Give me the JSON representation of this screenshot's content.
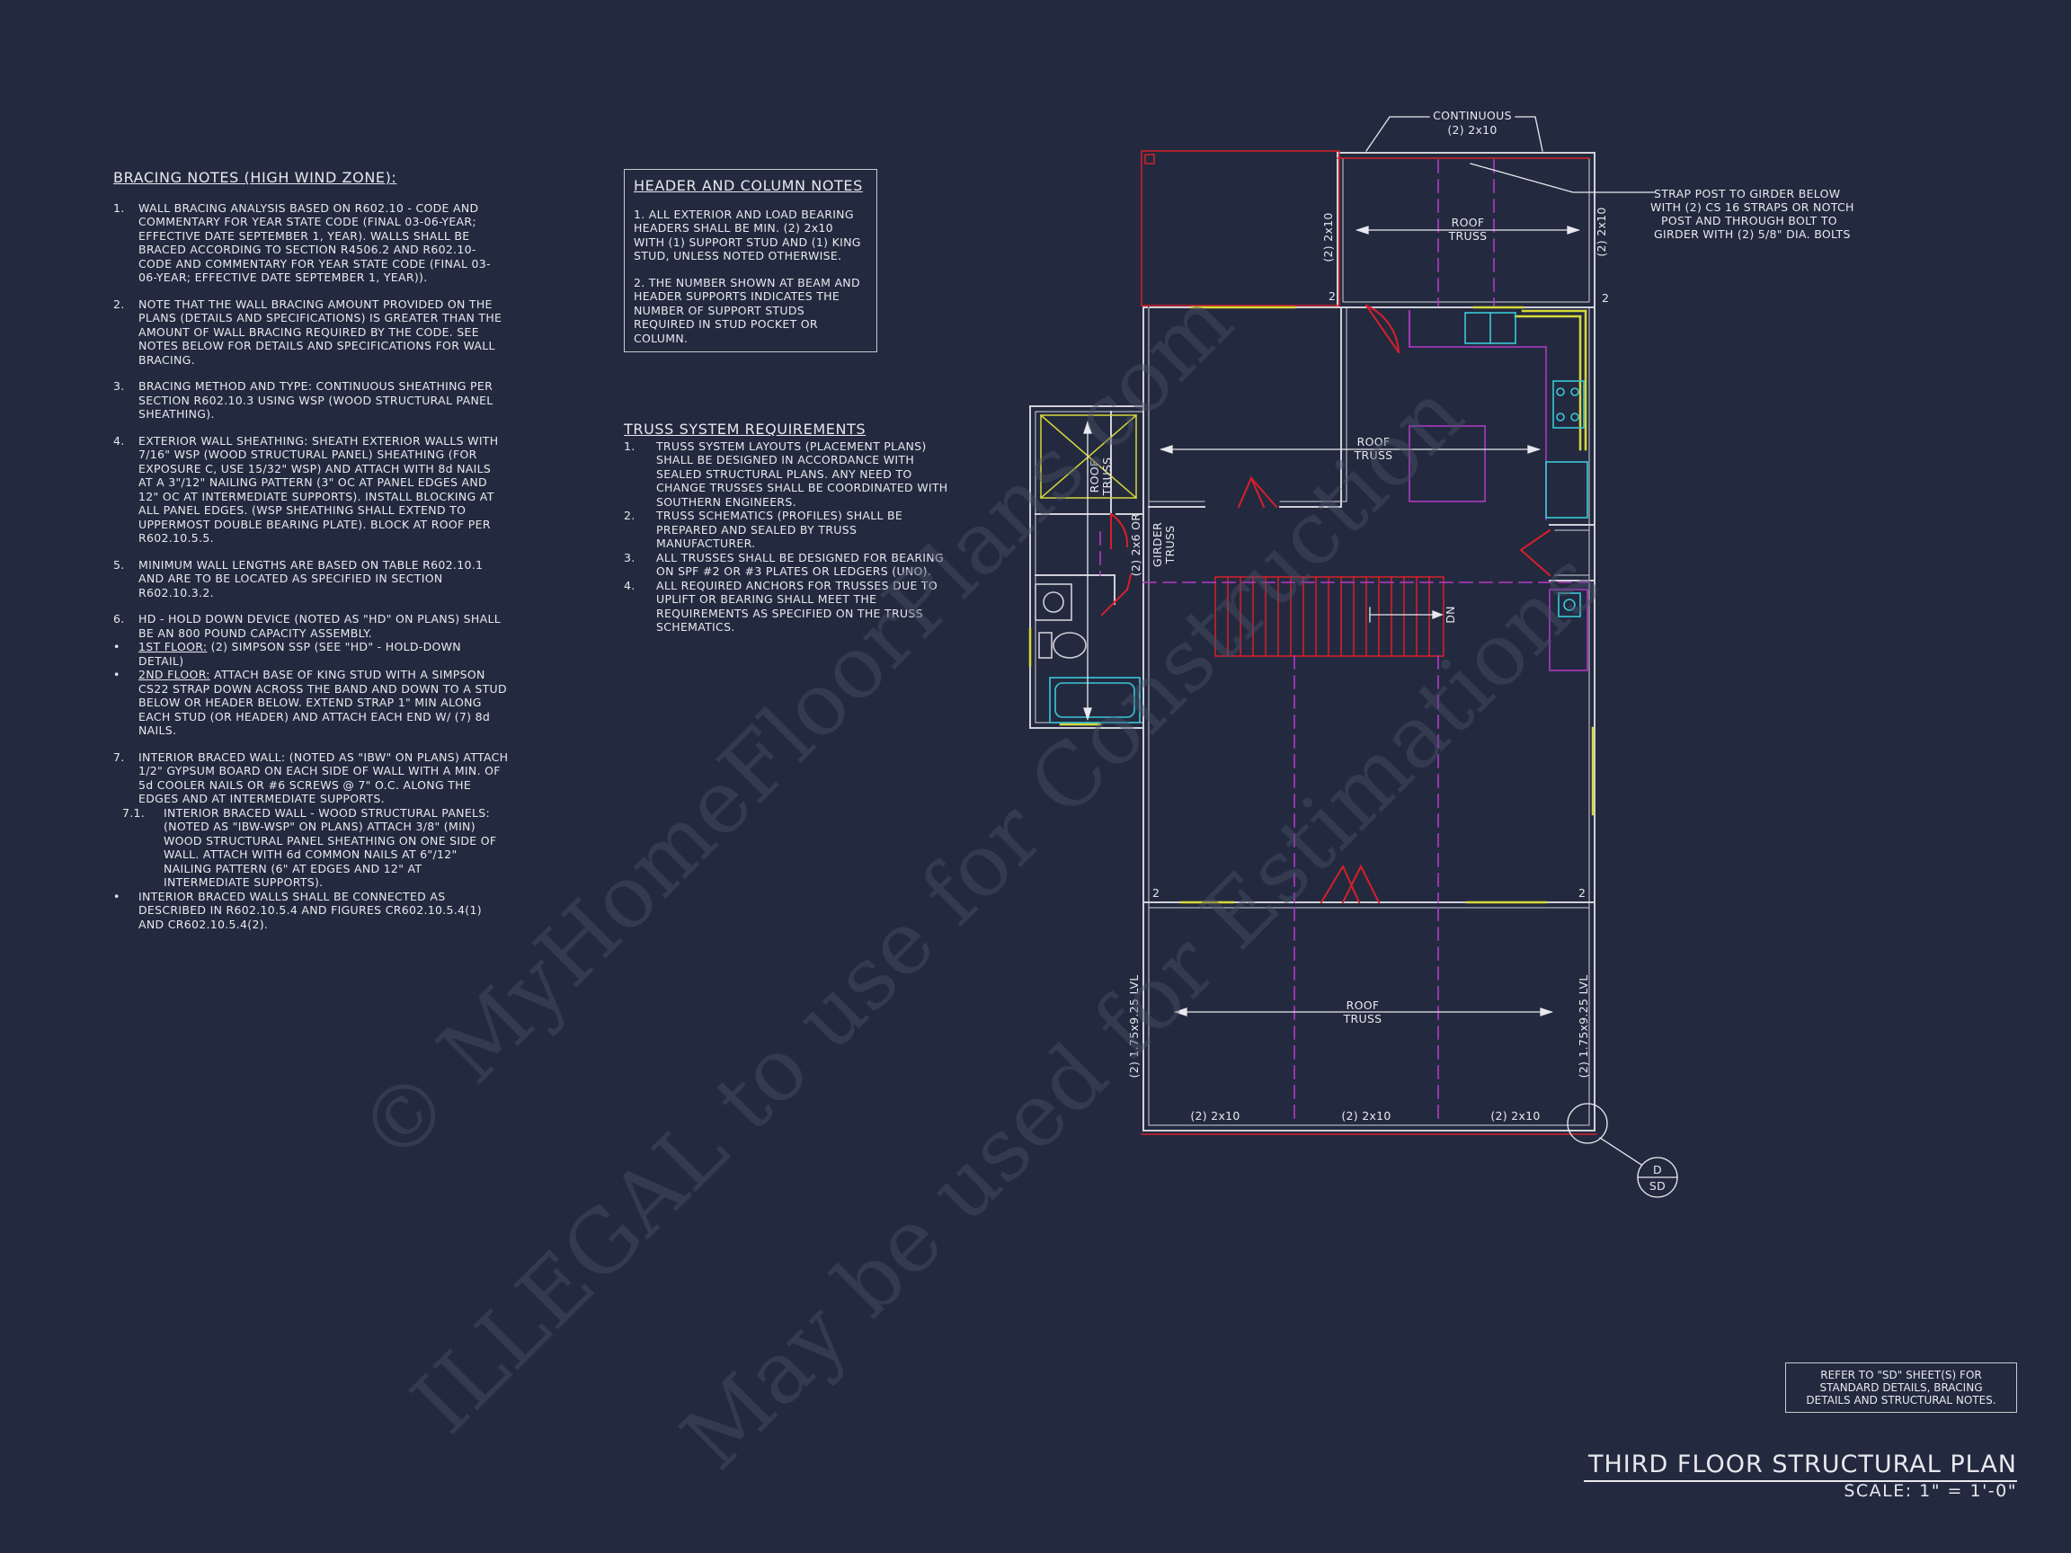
{
  "bracing": {
    "title": "BRACING NOTES (HIGH WIND ZONE):",
    "items": [
      {
        "num": "1.",
        "text": "WALL BRACING ANALYSIS BASED ON R602.10 - CODE AND COMMENTARY FOR YEAR STATE CODE (FINAL 03-06-YEAR; EFFECTIVE DATE SEPTEMBER 1, YEAR). WALLS SHALL BE BRACED ACCORDING TO SECTION R4506.2 AND R602.10-CODE AND COMMENTARY FOR YEAR STATE CODE (FINAL 03-06-YEAR; EFFECTIVE DATE SEPTEMBER 1, YEAR))."
      },
      {
        "num": "2.",
        "text": "NOTE THAT THE WALL BRACING AMOUNT PROVIDED ON THE PLANS (DETAILS AND SPECIFICATIONS) IS GREATER THAN THE AMOUNT OF WALL BRACING REQUIRED BY THE CODE. SEE NOTES BELOW FOR DETAILS AND SPECIFICATIONS FOR WALL BRACING."
      },
      {
        "num": "3.",
        "text": "BRACING METHOD AND TYPE: CONTINUOUS SHEATHING PER SECTION R602.10.3 USING WSP (WOOD STRUCTURAL PANEL SHEATHING)."
      },
      {
        "num": "4.",
        "text": "EXTERIOR WALL SHEATHING: SHEATH EXTERIOR WALLS WITH 7/16\" WSP (WOOD STRUCTURAL PANEL) SHEATHING (FOR EXPOSURE C, USE 15/32\" WSP) AND ATTACH WITH 8d NAILS AT A 3\"/12\" NAILING PATTERN (3\" OC AT PANEL EDGES AND 12\" OC AT INTERMEDIATE SUPPORTS). INSTALL BLOCKING AT ALL PANEL EDGES. (WSP SHEATHING SHALL EXTEND TO UPPERMOST DOUBLE BEARING PLATE). BLOCK AT ROOF PER R602.10.5.5."
      },
      {
        "num": "5.",
        "text": "MINIMUM WALL LENGTHS ARE BASED ON TABLE R602.10.1 AND ARE TO BE LOCATED AS SPECIFIED IN SECTION R602.10.3.2."
      },
      {
        "num": "6.",
        "text": "HD - HOLD DOWN DEVICE (NOTED AS \"HD\" ON PLANS) SHALL BE AN 800 POUND CAPACITY ASSEMBLY."
      }
    ],
    "bullets6": [
      {
        "lead": "1ST FLOOR:",
        "text": " (2) SIMPSON SSP (SEE \"HD\" - HOLD-DOWN DETAIL)"
      },
      {
        "lead": "2ND FLOOR:",
        "text": " ATTACH BASE OF KING STUD WITH A SIMPSON CS22 STRAP DOWN ACROSS THE BAND AND DOWN TO A STUD BELOW OR HEADER BELOW. EXTEND STRAP 1\" MIN ALONG EACH STUD (OR HEADER) AND ATTACH EACH END W/ (7) 8d NAILS."
      }
    ],
    "item7": {
      "num": "7.",
      "text": "INTERIOR BRACED WALL: (NOTED AS \"IBW\" ON PLANS) ATTACH 1/2\" GYPSUM BOARD ON EACH SIDE OF WALL WITH A MIN. OF 5d COOLER NAILS OR #6 SCREWS @ 7\" O.C. ALONG THE EDGES AND AT INTERMEDIATE SUPPORTS."
    },
    "item71": {
      "num": "7.1.",
      "text": "INTERIOR BRACED WALL - WOOD STRUCTURAL PANELS: (NOTED AS \"IBW-WSP\" ON PLANS) ATTACH 3/8\" (MIN) WOOD STRUCTURAL PANEL SHEATHING ON ONE SIDE OF WALL. ATTACH WITH 6d COMMON NAILS AT 6\"/12\" NAILING PATTERN (6\" AT EDGES AND 12\" AT INTERMEDIATE SUPPORTS)."
    },
    "final_bullet": "INTERIOR BRACED WALLS SHALL BE CONNECTED AS DESCRIBED IN R602.10.5.4 AND FIGURES CR602.10.5.4(1) AND CR602.10.5.4(2)."
  },
  "header_notes": {
    "title": "HEADER AND COLUMN NOTES",
    "p1": "1. ALL EXTERIOR AND LOAD BEARING HEADERS SHALL BE MIN. (2) 2x10 WITH (1) SUPPORT STUD AND (1) KING STUD, UNLESS NOTED OTHERWISE.",
    "p2": "2. THE NUMBER SHOWN AT BEAM AND HEADER SUPPORTS INDICATES THE NUMBER OF SUPPORT STUDS REQUIRED IN STUD POCKET OR COLUMN."
  },
  "truss_req": {
    "title": "TRUSS SYSTEM REQUIREMENTS",
    "items": [
      {
        "num": "1.",
        "text": "TRUSS SYSTEM LAYOUTS (PLACEMENT PLANS) SHALL BE DESIGNED IN ACCORDANCE WITH SEALED STRUCTURAL PLANS. ANY NEED TO CHANGE TRUSSES SHALL BE COORDINATED WITH SOUTHERN ENGINEERS."
      },
      {
        "num": "2.",
        "text": "TRUSS SCHEMATICS (PROFILES) SHALL BE PREPARED AND SEALED BY TRUSS MANUFACTURER."
      },
      {
        "num": "3.",
        "text": "ALL TRUSSES SHALL BE DESIGNED FOR BEARING ON SPF #2 OR #3 PLATES OR LEDGERS (UNO)."
      },
      {
        "num": "4.",
        "text": "ALL REQUIRED ANCHORS FOR TRUSSES DUE TO UPLIFT OR BEARING SHALL MEET THE REQUIREMENTS AS SPECIFIED ON THE TRUSS SCHEMATICS."
      }
    ]
  },
  "plan_labels": {
    "continuous": "CONTINUOUS",
    "continuous_size": "(2) 2x10",
    "strap_note": [
      "STRAP POST TO GIRDER BELOW",
      "WITH (2) CS 16 STRAPS OR NOTCH",
      "POST AND THROUGH BOLT TO",
      "GIRDER WITH (2) 5/8\" DIA. BOLTS"
    ],
    "roof": "ROOF",
    "truss": "TRUSS",
    "header_2x10": "(2) 2x10",
    "header_2x6": "(2) 2x6 OR",
    "girder": "GIRDER",
    "lvl": "(2) 1.75x9.25 LVL",
    "dn": "DN",
    "stud_count": "2",
    "callout_top": "D",
    "callout_bottom": "SD"
  },
  "refer_note": [
    "REFER TO \"SD\" SHEET(S) FOR",
    "STANDARD DETAILS, BRACING",
    "DETAILS AND STRUCTURAL NOTES."
  ],
  "title_block": {
    "title": "THIRD FLOOR STRUCTURAL PLAN",
    "scale": "SCALE: 1\" = 1'-0\""
  },
  "watermark": {
    "line1": "© MyHomeFloorPlans.com",
    "line2": "ILLEGAL to use for Construction",
    "line3": "May be used for Estimations"
  },
  "colors": {
    "background": "#232a3f",
    "wall": "#d0d0d8",
    "red": "#d81f2a",
    "magenta": "#b43ac8",
    "yellow": "#d8d83a",
    "cyan": "#3ac8d8"
  }
}
